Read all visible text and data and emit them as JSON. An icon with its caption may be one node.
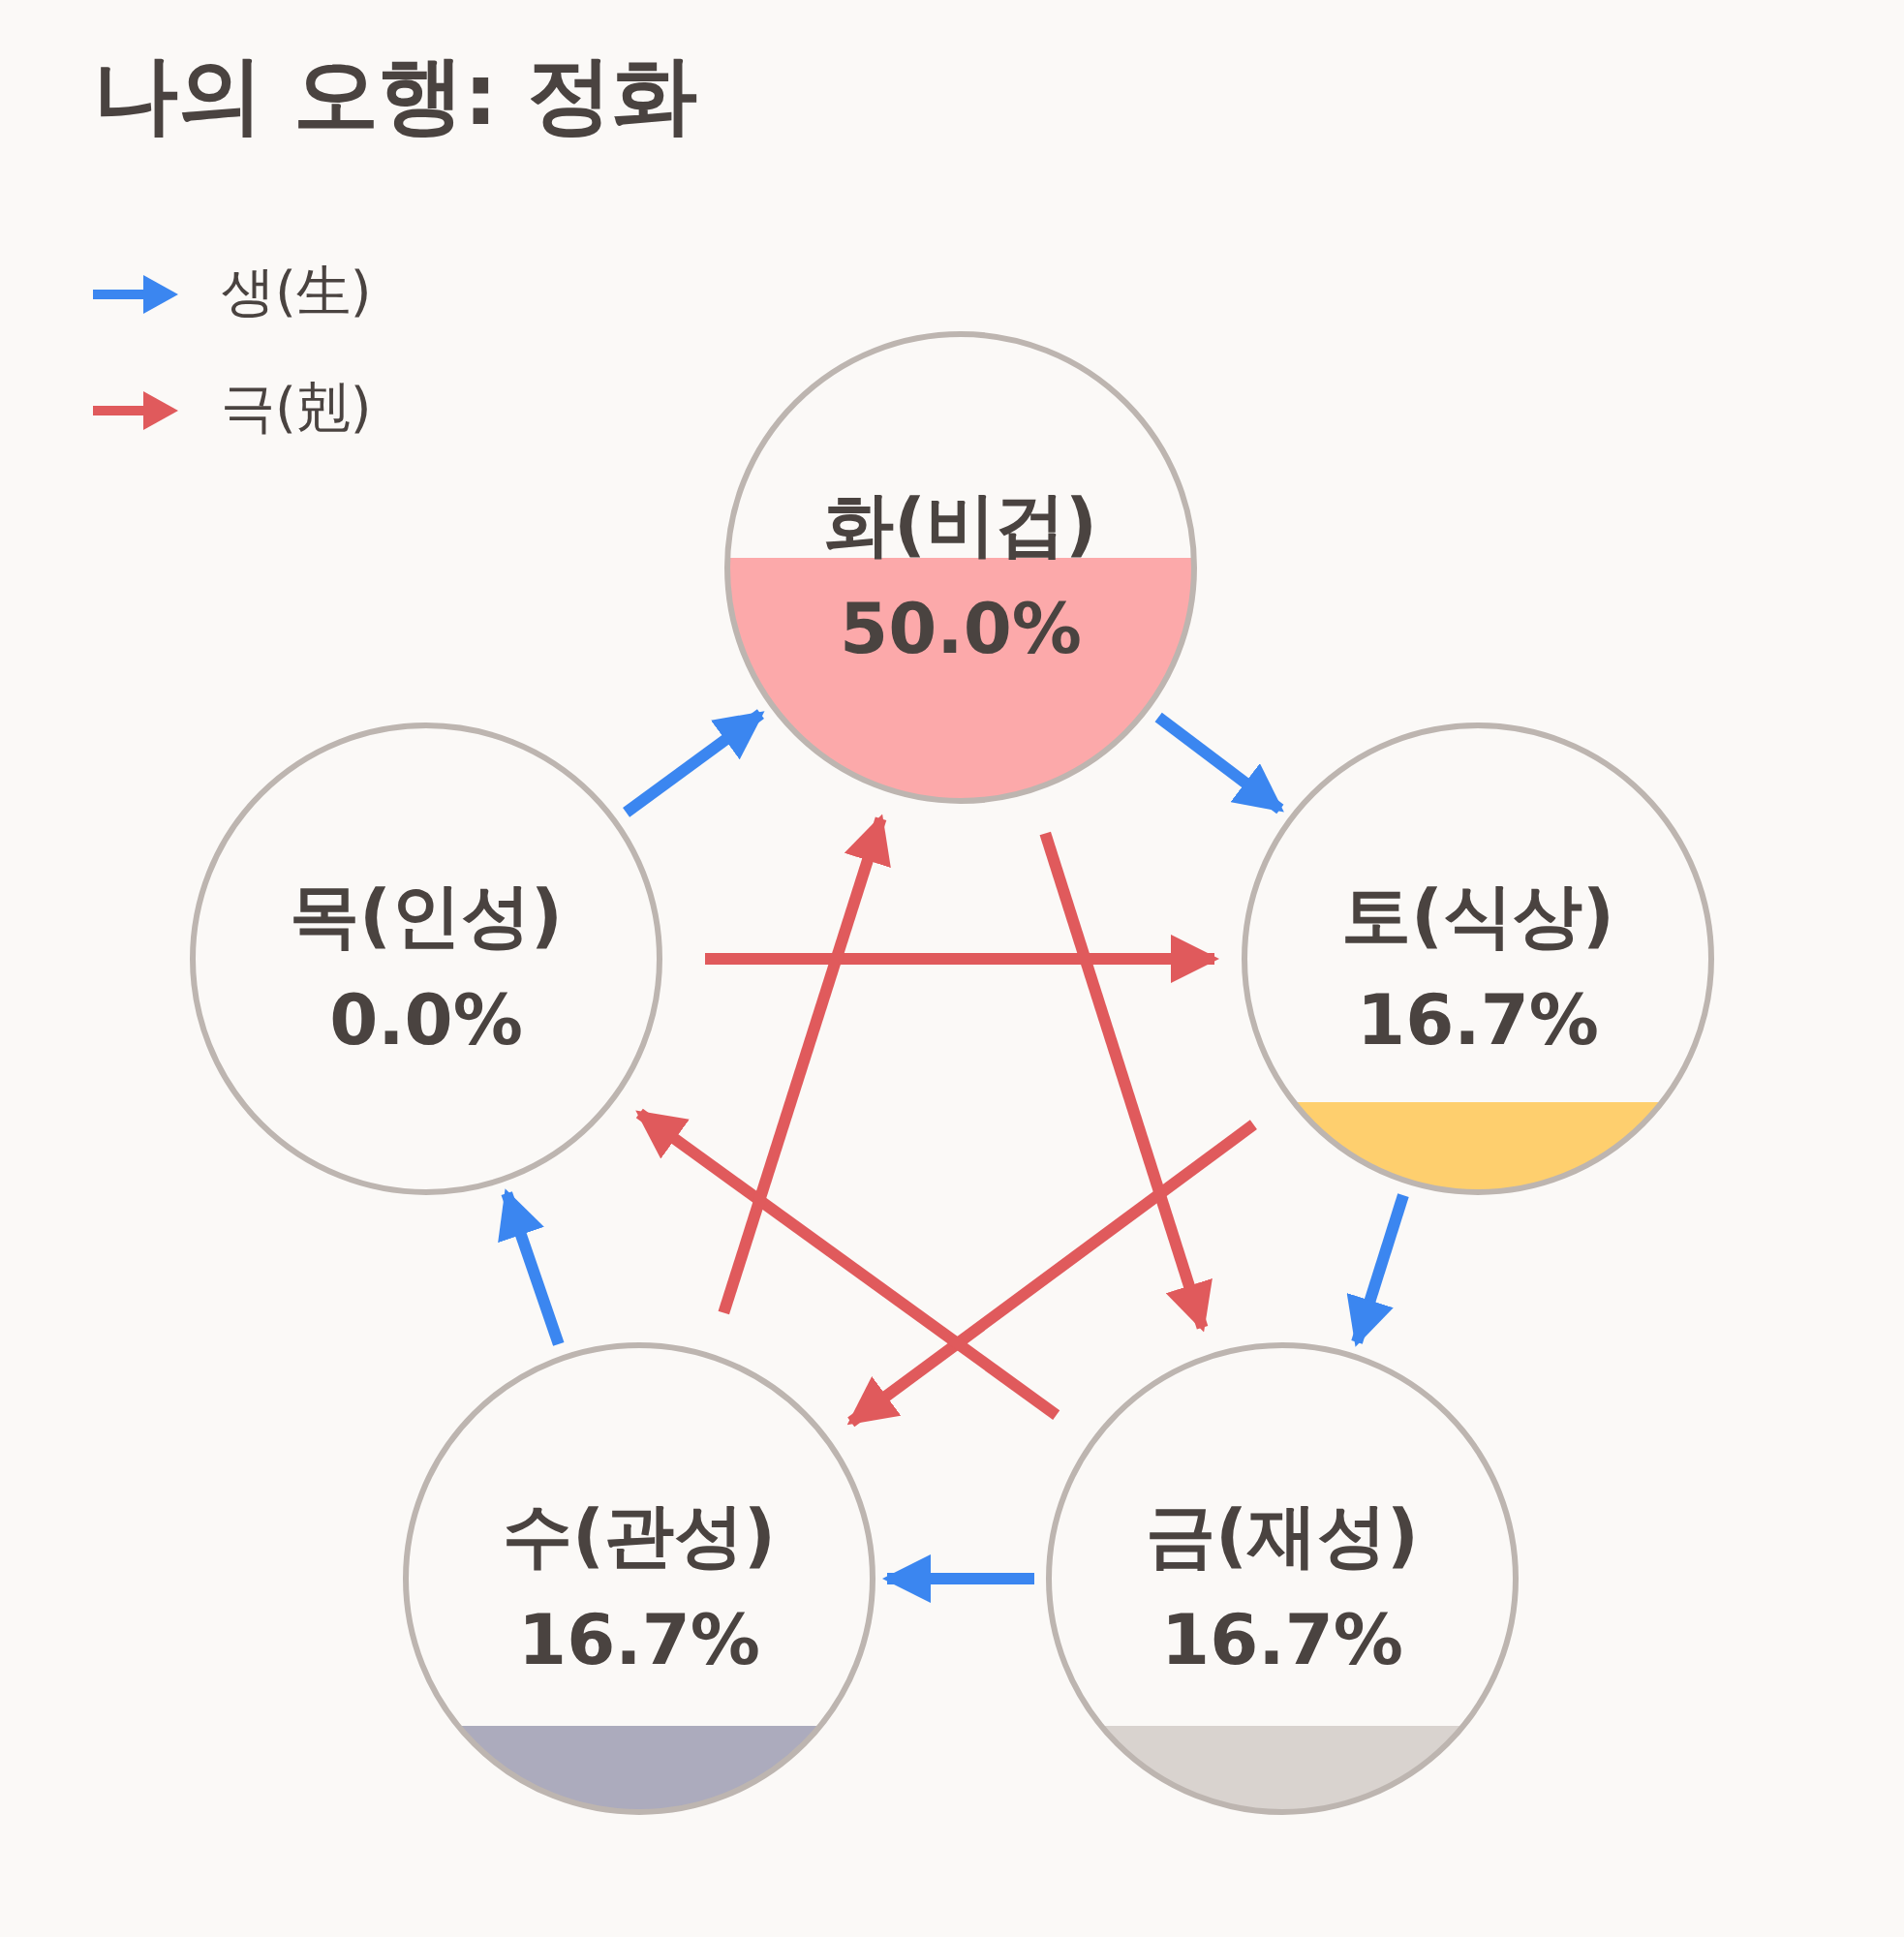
{
  "diagram": {
    "title": "나의 오행: 정화",
    "nodes": [
      {
        "text": [
          "화(비겁)",
          "50.0%"
        ]
      },
      {
        "text": [
          "토(식상)",
          "16.7%"
        ]
      },
      {
        "text": [
          "금(재성)",
          "16.7%"
        ]
      },
      {
        "text": [
          "수(관성)",
          "16.7%"
        ]
      },
      {
        "text": [
          "목(인성)",
          "0.0%"
        ]
      }
    ],
    "edges": [
      {
        "from": 4,
        "to": 0,
        "arrow": "to"
      },
      {
        "from": 0,
        "to": 1,
        "arrow": "to"
      },
      {
        "from": 1,
        "to": 2,
        "arrow": "to"
      },
      {
        "from": 2,
        "to": 3,
        "arrow": "to"
      },
      {
        "from": 3,
        "to": 4,
        "arrow": "to"
      },
      {
        "from": 0,
        "to": 2,
        "arrow": "to",
        "color": "#e05a5c"
      },
      {
        "from": 4,
        "to": 1,
        "arrow": "to",
        "color": "#e05a5c"
      },
      {
        "from": 1,
        "to": 3,
        "arrow": "to",
        "color": "#e05a5c"
      },
      {
        "from": 2,
        "to": 4,
        "arrow": "to",
        "color": "#e05a5c"
      },
      {
        "from": 3,
        "to": 0,
        "arrow": "to",
        "color": "#e05a5c"
      }
    ],
    "legend": [
      {
        "text": "생(生)",
        "color": "#3b86f0"
      },
      {
        "text": "극(剋)",
        "color": "#e05a5c"
      }
    ]
  }
}
